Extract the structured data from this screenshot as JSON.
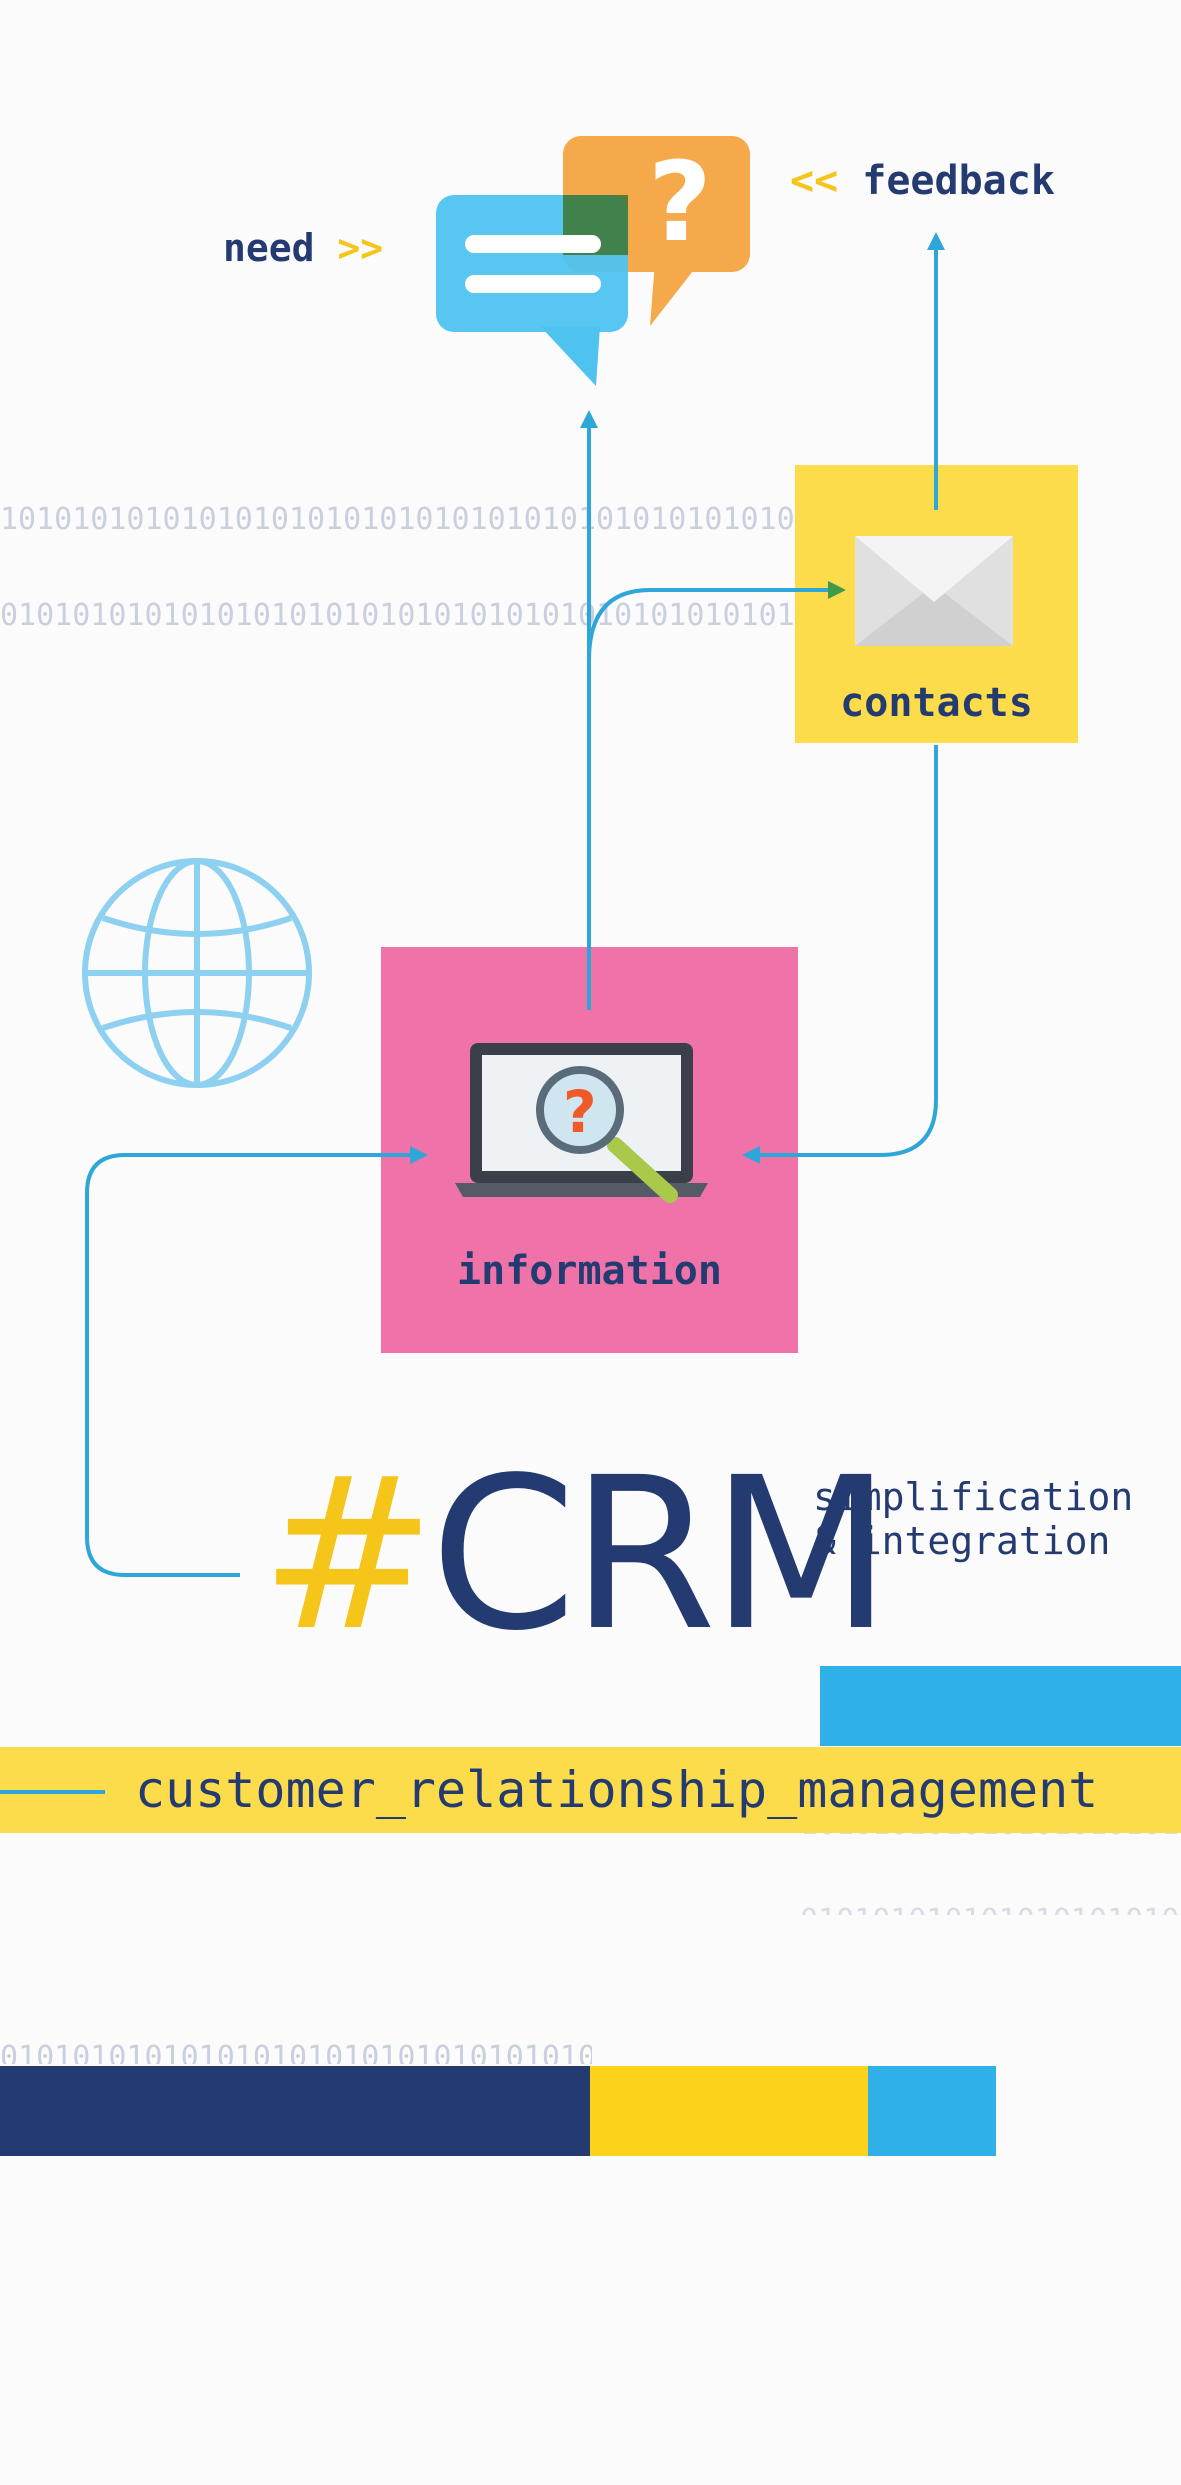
{
  "labels": {
    "need": "need",
    "need_arrow": ">>",
    "feedback_arrow": "<<",
    "feedback": "feedback",
    "contacts": "contacts",
    "information": "information",
    "hash": "#",
    "crm": "CRM",
    "tagline_line1": "simplification",
    "tagline_line2": "& integration",
    "banner": "customer_relationship_management"
  },
  "binary": {
    "row_a": "1010101010101010101010101010101010101010101010101010101010",
    "row_b": "0101010101010101010101010101010101010101010101010101010101"
  },
  "colors": {
    "navy": "#243b72",
    "yellow": "#f6c51a",
    "banner_yellow": "#fcdc4a",
    "blue": "#2fb0e6",
    "pink": "#ef73a8",
    "light_blue": "#8dd0ef",
    "speech_blue": "#4ec3f0",
    "speech_orange": "#f6a94a"
  },
  "icons": [
    "speech-bubble-icon",
    "question-bubble-icon",
    "envelope-icon",
    "globe-icon",
    "laptop-search-icon"
  ]
}
